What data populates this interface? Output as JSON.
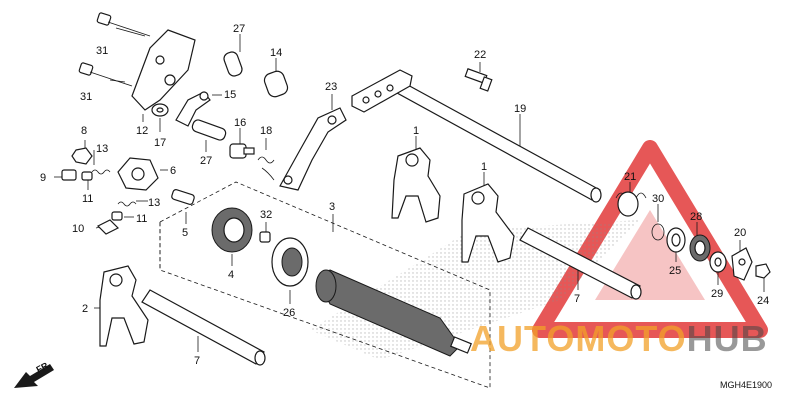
{
  "labels": [
    {
      "id": "31a",
      "text": "31"
    },
    {
      "id": "31b",
      "text": "31"
    },
    {
      "id": "27a",
      "text": "27"
    },
    {
      "id": "14",
      "text": "14"
    },
    {
      "id": "15",
      "text": "15"
    },
    {
      "id": "12",
      "text": "12"
    },
    {
      "id": "17",
      "text": "17"
    },
    {
      "id": "23",
      "text": "23"
    },
    {
      "id": "22",
      "text": "22"
    },
    {
      "id": "19",
      "text": "19"
    },
    {
      "id": "8",
      "text": "8"
    },
    {
      "id": "13a",
      "text": "13"
    },
    {
      "id": "6",
      "text": "6"
    },
    {
      "id": "9",
      "text": "9"
    },
    {
      "id": "11a",
      "text": "11"
    },
    {
      "id": "16",
      "text": "16"
    },
    {
      "id": "18",
      "text": "18"
    },
    {
      "id": "27b",
      "text": "27"
    },
    {
      "id": "1a",
      "text": "1"
    },
    {
      "id": "1b",
      "text": "1"
    },
    {
      "id": "21",
      "text": "21"
    },
    {
      "id": "30",
      "text": "30"
    },
    {
      "id": "28",
      "text": "28"
    },
    {
      "id": "5",
      "text": "5"
    },
    {
      "id": "13b",
      "text": "13"
    },
    {
      "id": "11b",
      "text": "11"
    },
    {
      "id": "10",
      "text": "10"
    },
    {
      "id": "32",
      "text": "32"
    },
    {
      "id": "3",
      "text": "3"
    },
    {
      "id": "4",
      "text": "4"
    },
    {
      "id": "26",
      "text": "26"
    },
    {
      "id": "7a",
      "text": "7"
    },
    {
      "id": "25",
      "text": "25"
    },
    {
      "id": "29",
      "text": "29"
    },
    {
      "id": "20",
      "text": "20"
    },
    {
      "id": "24",
      "text": "24"
    },
    {
      "id": "2",
      "text": "2"
    },
    {
      "id": "7b",
      "text": "7"
    }
  ],
  "watermark": {
    "part1": "AUTOMOTO",
    "part2": "HUB"
  },
  "figure_code": "MGH4E1900",
  "front_marker": "FR.",
  "colors": {
    "watermark_red": "#e23a3a",
    "watermark_orange": "#f2a028",
    "ink": "#1a1a1a"
  }
}
